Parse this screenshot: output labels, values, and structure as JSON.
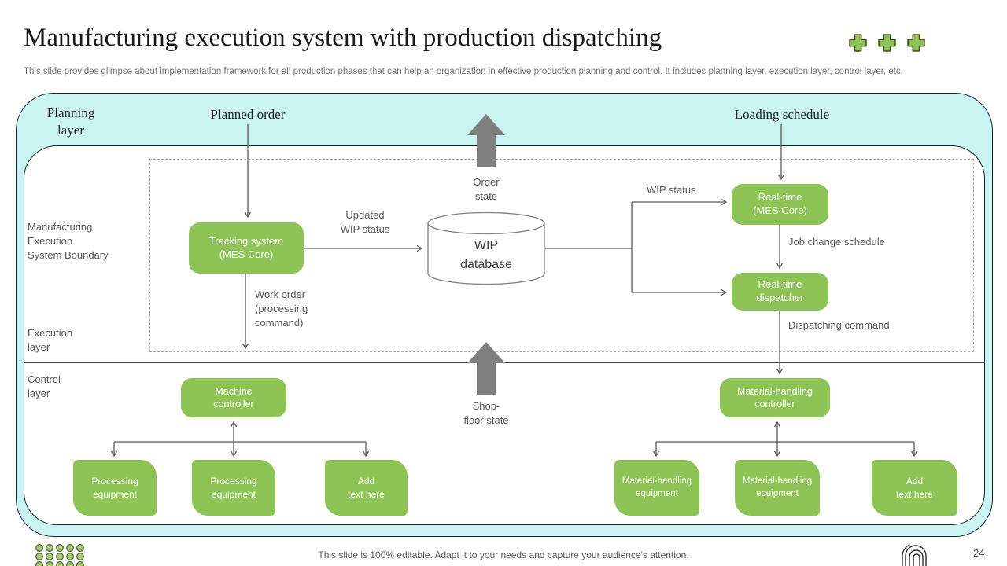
{
  "slide": {
    "title": "Manufacturing execution system with production dispatching",
    "subtitle": "This slide provides glimpse about implementation framework for all production phases that can help an organization in effective  production planning and control. It includes planning layer, execution layer,  control layer,  etc.",
    "footer_note": "This slide is 100% editable. Adapt it to your needs and capture your audience's attention.",
    "page_number": "24"
  },
  "colors": {
    "accent_green": "#8ec355",
    "cyan_band": "#c9f4f2",
    "block_arrow_gray": "#7f7f7f",
    "connector_gray": "#595959"
  },
  "icons": {
    "plus_icon": "plus-icon",
    "fingerprint_icon": "fingerprint-icon",
    "dots_pattern": "dots-grid"
  },
  "diagram": {
    "layer_labels": {
      "planning": "Planning\nlayer",
      "execution": "Execution\nlayer",
      "control": "Control\nlayer"
    },
    "boundary_label": "Manufacturing\nExecution\nSystem Boundary",
    "inputs": {
      "planned_order": "Planned order",
      "loading_schedule": "Loading schedule"
    },
    "nodes": {
      "tracking_system": "Tracking system\n(MES Core)",
      "wip_database": "WIP\ndatabase",
      "realtime_core": "Real-time\n(MES Core)",
      "realtime_dispatcher": "Real-time\ndispatcher",
      "machine_controller": "Machine\ncontroller",
      "material_controller": "Material-handling\ncontroller",
      "processing_equipment": "Processing\nequipment",
      "material_equipment": "Material-handling\nequipment",
      "add_text": "Add\ntext here"
    },
    "edge_labels": {
      "updated_wip_status": "Updated\nWIP status",
      "work_order": "Work order\n(processing\ncommand)",
      "wip_status": "WIP status",
      "job_change_schedule": "Job change schedule",
      "dispatching_command": "Dispatching command",
      "order_state": "Order\nstate",
      "shop_floor_state": "Shop-\nfloor state"
    }
  }
}
